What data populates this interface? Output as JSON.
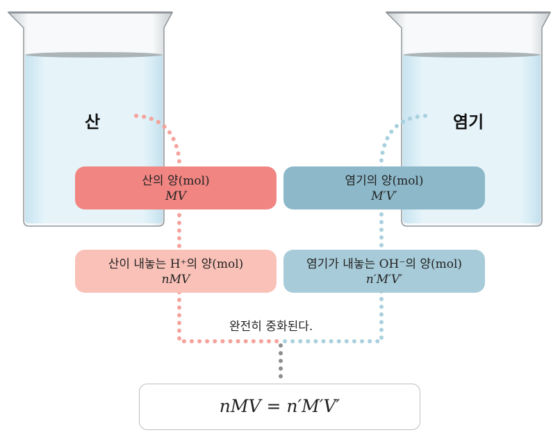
{
  "beakers": {
    "acid_label": "산",
    "base_label": "염기"
  },
  "boxes": {
    "acid_amount": {
      "line1": "산의 양(mol)",
      "line2": "MV"
    },
    "base_amount": {
      "line1": "염기의 양(mol)",
      "line2": "M′V′"
    },
    "acid_h_ion": {
      "line1": "산이 내놓는 H⁺의 양(mol)",
      "line2": "nMV"
    },
    "base_oh_ion": {
      "line1": "염기가 내놓는 OH⁻의 양(mol)",
      "line2": "n′M′V′"
    }
  },
  "note": "완전히 중화된다.",
  "result": "nMV = n′M′V′",
  "colors": {
    "acid_dark": "#f08582",
    "acid_light": "#f9c1b8",
    "base_dark": "#8cb8c9",
    "base_light": "#a7cbd8",
    "liquid": "#d4ebf4",
    "dots_grey": "#9a9a9a"
  }
}
